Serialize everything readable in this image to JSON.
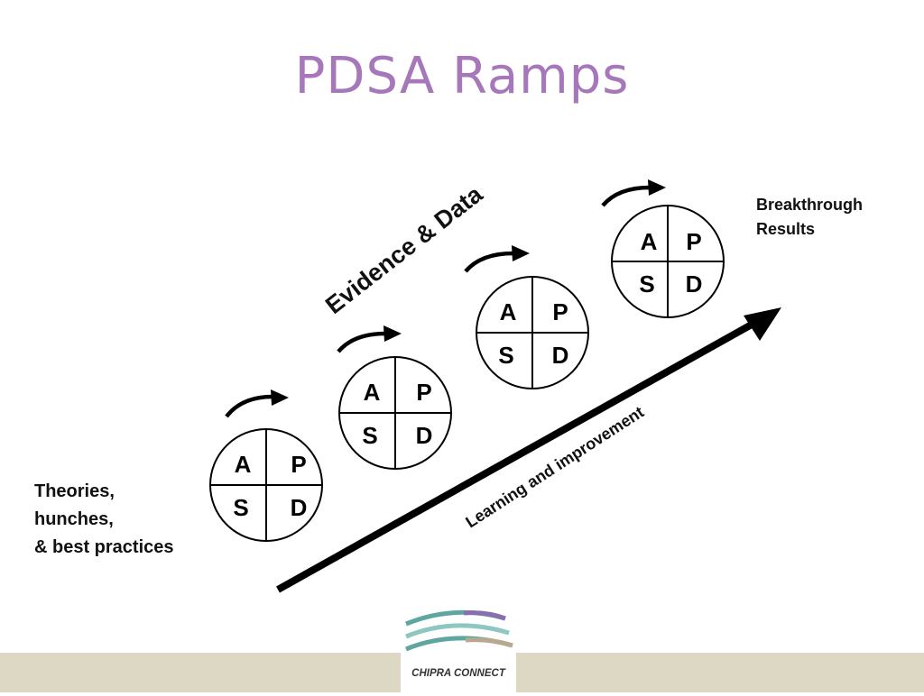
{
  "title": "PDSA Ramps",
  "left_label": [
    "Theories,",
    "hunches,",
    "& best practices"
  ],
  "right_label": [
    "Breakthrough",
    "Results"
  ],
  "evidence_label": "Evidence & Data",
  "learning_label": "Learning and improvement",
  "cycle_letters": {
    "a": "A",
    "p": "P",
    "s": "S",
    "d": "D"
  },
  "cycle_count": 4,
  "logo_text": "CHIPRA CONNECT",
  "colors": {
    "title": "#a678bb",
    "footer_band": "#dcd8c4",
    "logo_teal": "#5fa6a0",
    "logo_purple": "#8a6fb0",
    "logo_tan": "#b8a890"
  }
}
